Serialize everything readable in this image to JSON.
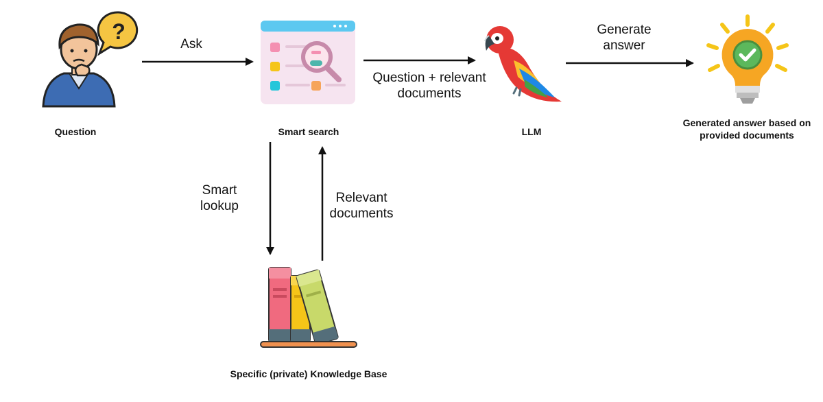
{
  "nodes": {
    "question": {
      "label": "Question",
      "icon": "thinking-person-icon"
    },
    "smart_search": {
      "label": "Smart search",
      "icon": "search-window-icon"
    },
    "llm": {
      "label": "LLM",
      "icon": "parrot-icon"
    },
    "answer": {
      "label": "Generated answer based on provided documents",
      "icon": "lightbulb-check-icon"
    },
    "knowledge_base": {
      "label": "Specific (private) Knowledge Base",
      "icon": "books-icon"
    }
  },
  "edges": {
    "ask": {
      "label": "Ask"
    },
    "question_docs": {
      "label": "Question + relevant documents"
    },
    "generate": {
      "label": "Generate answer"
    },
    "smart_lookup": {
      "label": "Smart lookup"
    },
    "relevant_docs": {
      "label": "Relevant documents"
    }
  },
  "colors": {
    "arrow": "#111111",
    "search_bg": "#f4e2ef",
    "search_header": "#5cc8f0",
    "bulb": "#f6a623",
    "check": "#4caf50",
    "parrot_red": "#e53935",
    "book_red": "#f06a7f",
    "book_yellow": "#f5c518",
    "book_green": "#c8d96a"
  }
}
